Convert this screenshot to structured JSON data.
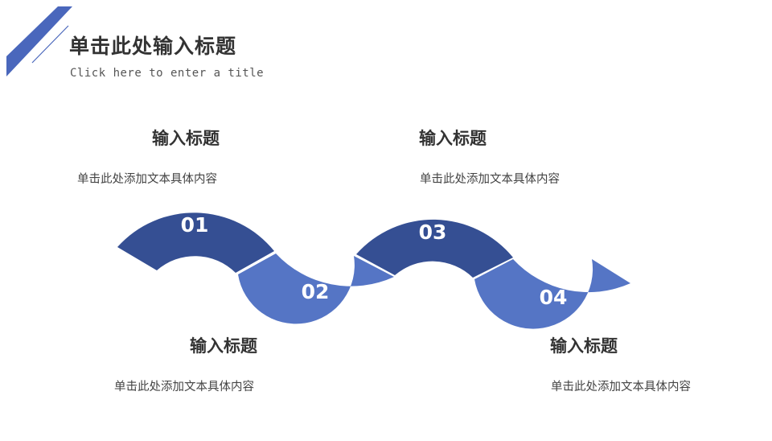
{
  "header": {
    "title": "单击此处输入标题",
    "subtitle": "Click here to enter a title"
  },
  "colors": {
    "dark_blue": "#354F93",
    "light_blue": "#5575C5",
    "text": "#333333"
  },
  "steps": [
    {
      "number": "01",
      "title": "输入标题",
      "description": "单击此处添加文本具体内容"
    },
    {
      "number": "02",
      "title": "输入标题",
      "description": "单击此处添加文本具体内容"
    },
    {
      "number": "03",
      "title": "输入标题",
      "description": "单击此处添加文本具体内容"
    },
    {
      "number": "04",
      "title": "输入标题",
      "description": "单击此处添加文本具体内容"
    }
  ]
}
